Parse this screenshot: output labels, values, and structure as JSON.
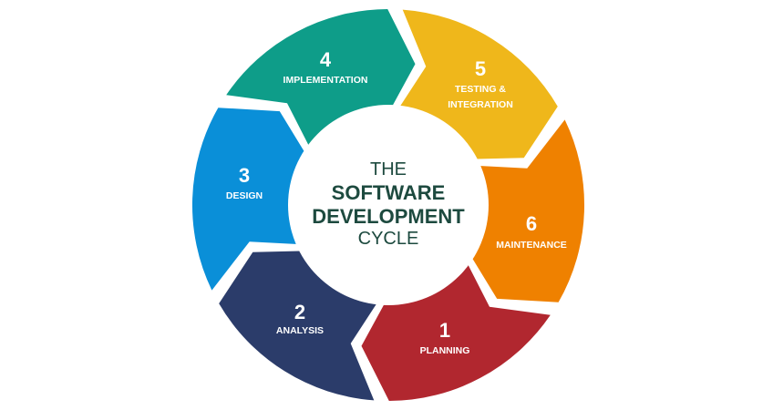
{
  "title": {
    "line1": "THE",
    "line2": "SOFTWARE",
    "line3": "DEVELOPMENT",
    "line4": "CYCLE",
    "color": "#1d4a3f"
  },
  "stages": [
    {
      "number": "1",
      "label": [
        "PLANNING"
      ],
      "color": "#b1272f"
    },
    {
      "number": "2",
      "label": [
        "ANALYSIS"
      ],
      "color": "#2b3c6a"
    },
    {
      "number": "3",
      "label": [
        "DESIGN"
      ],
      "color": "#0a8fd8"
    },
    {
      "number": "4",
      "label": [
        "IMPLEMENTATION"
      ],
      "color": "#0e9d89"
    },
    {
      "number": "5",
      "label": [
        "TESTING &",
        "INTEGRATION"
      ],
      "color": "#efb71b"
    },
    {
      "number": "6",
      "label": [
        "MAINTENANCE"
      ],
      "color": "#ef8100"
    }
  ]
}
